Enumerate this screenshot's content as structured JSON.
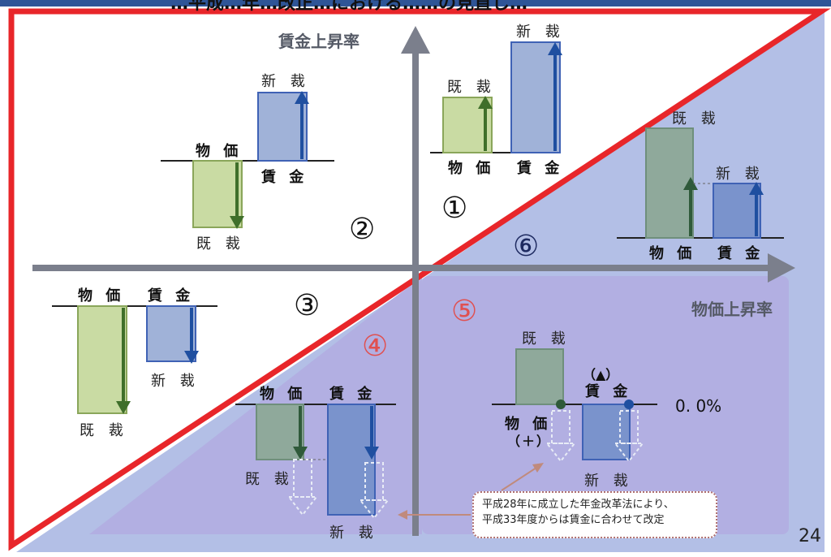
{
  "header": {
    "title_fragment": "…平成…年…改正…における……の見直し…"
  },
  "axes": {
    "y_label": "賃金上昇率",
    "x_label": "物価上昇率"
  },
  "quadrants": {
    "q1": {
      "number": "①",
      "bar1_top": "既 裁",
      "bar2_top": "新 裁",
      "base1": "物 価",
      "base2": "賃 金"
    },
    "q2": {
      "number": "②",
      "above_label": "新 裁",
      "base1": "物 価",
      "base2": "賃 金",
      "below_label": "既 裁"
    },
    "q3": {
      "number": "③",
      "header1": "物 価",
      "header2": "賃 金",
      "below_left": "既 裁",
      "below_right": "新 裁"
    },
    "q4": {
      "number": "④",
      "header1": "物 価",
      "header2": "賃 金",
      "below_left": "既 裁",
      "below_right": "新 裁"
    },
    "q5": {
      "number": "⑤",
      "top_label": "既 裁",
      "wage_note": "（▲）",
      "wage_label": "賃 金",
      "price_label": "物 価",
      "price_note": "（＋）",
      "below_label": "新 裁",
      "zero": "0. 0%"
    },
    "q6": {
      "number": "⑥",
      "bar1_top": "既 裁",
      "bar2_top": "新 裁",
      "base1": "物 価",
      "base2": "賃 金"
    }
  },
  "note": {
    "line1": "平成28年に成立した年金改革法により、",
    "line2": "平成33年度からは賃金に合わせて改定"
  },
  "page_number": "24",
  "colors": {
    "red_line": "#e8262a",
    "region_blue": "#b3bfe6",
    "region_purple": "#b6b1e5",
    "axis_gray": "#7b7f8c",
    "green_bar": "#c9dba3",
    "green_bar_dark": "#8fa99b",
    "blue_bar": "#a0b2d8",
    "blue_bar_dark": "#7a93cc",
    "arrow_blue": "#1f4fa0",
    "arrow_green": "#3f6f2a"
  }
}
